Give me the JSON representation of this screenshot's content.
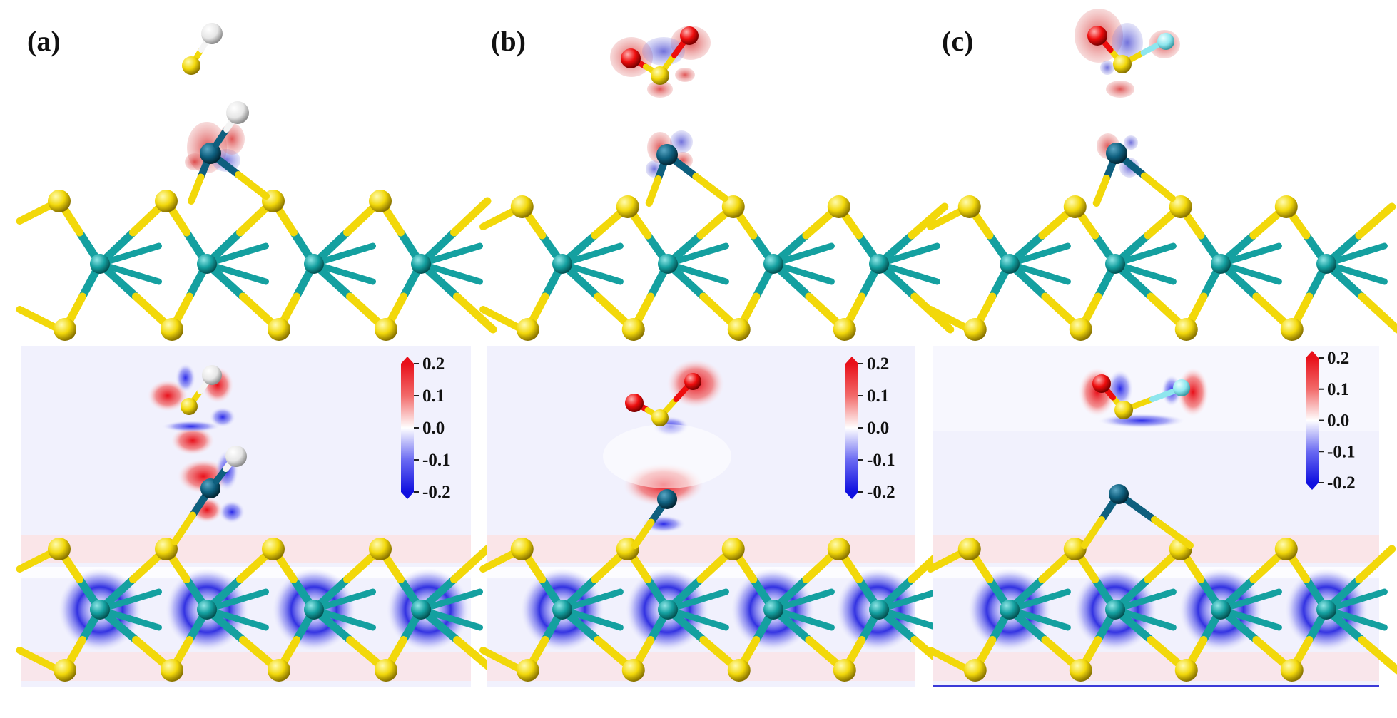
{
  "figure": {
    "panels": [
      {
        "id": "a",
        "label": "(a)",
        "adsorbate": "SH",
        "top_atoms": [
          "S",
          "H"
        ],
        "mid_atoms": [
          "dopant",
          "H"
        ]
      },
      {
        "id": "b",
        "label": "(b)",
        "adsorbate": "SO2",
        "top_atoms": [
          "O",
          "S",
          "O"
        ]
      },
      {
        "id": "c",
        "label": "(c)",
        "adsorbate": "SOF",
        "top_atoms": [
          "O",
          "S",
          "F"
        ]
      }
    ],
    "colorbar": {
      "ticks": [
        "0.2",
        "0.1",
        "0.0",
        "-0.1",
        "-0.2"
      ],
      "colors": {
        "positive": "#e8101a",
        "zero": "#ffffff",
        "negative": "#1010e0"
      }
    },
    "atom_colors": {
      "S": "#f2d80a",
      "Mo": "#14a0a0",
      "dopant": "#0e5f7e",
      "O": "#ee0d0d",
      "H": "#f4f4f4",
      "F": "#8ee6ee"
    }
  }
}
